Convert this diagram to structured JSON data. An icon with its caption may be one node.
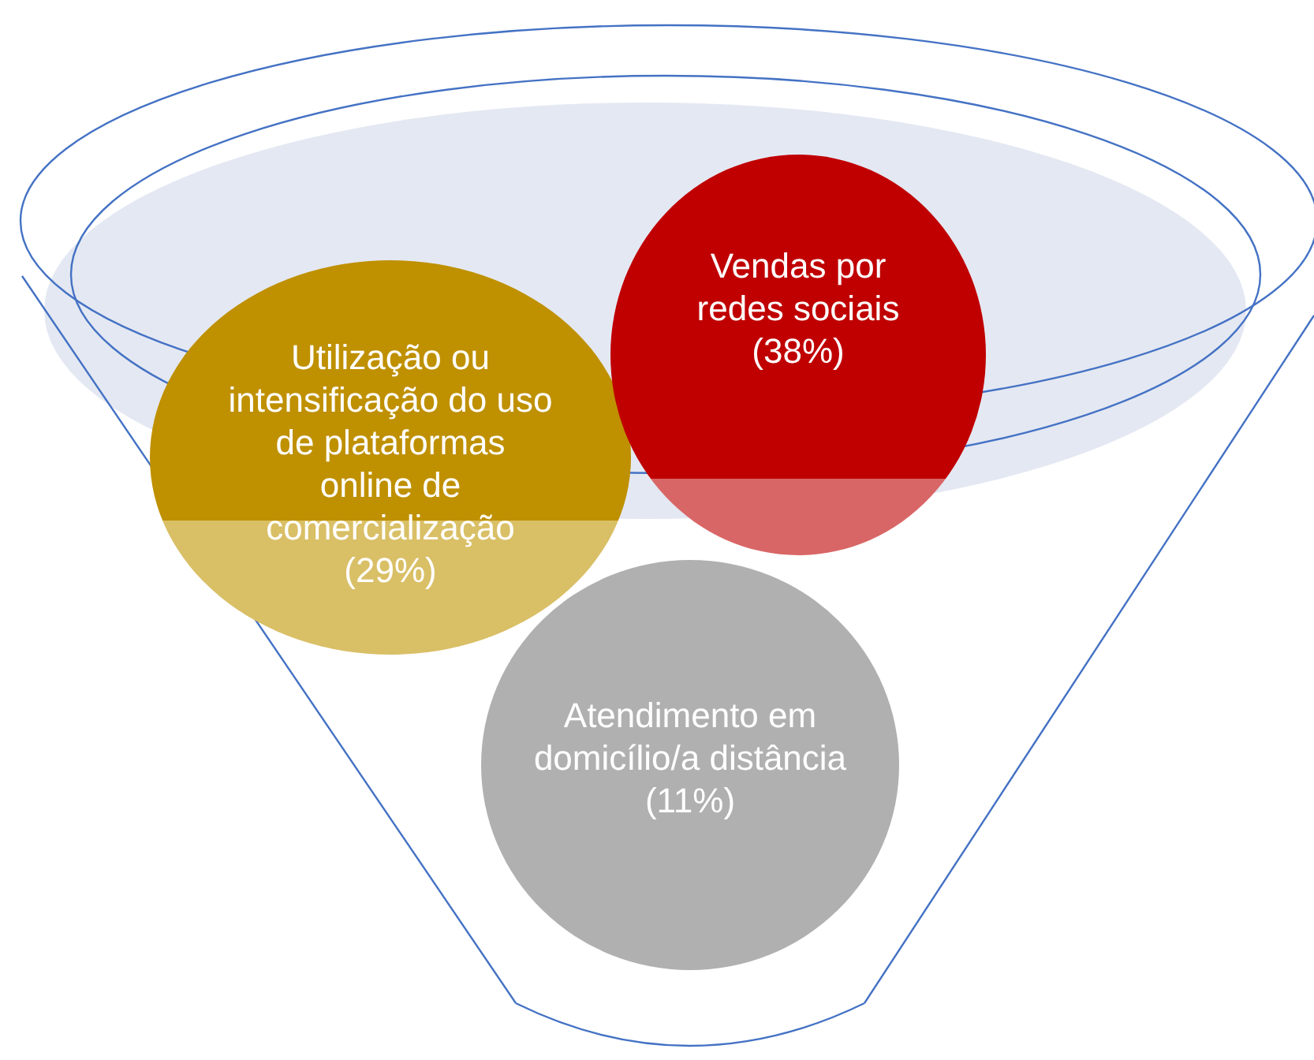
{
  "diagram": {
    "nodes": [
      {
        "text": [
          "Utilização ou intensificação do uso de plataformas online de comercialização (29%)"
        ]
      },
      {
        "text": [
          "Vendas por redes sociais (38%)"
        ]
      },
      {
        "text": [
          "Atendimento em domicílio/a distância (11%)"
        ]
      }
    ]
  }
}
